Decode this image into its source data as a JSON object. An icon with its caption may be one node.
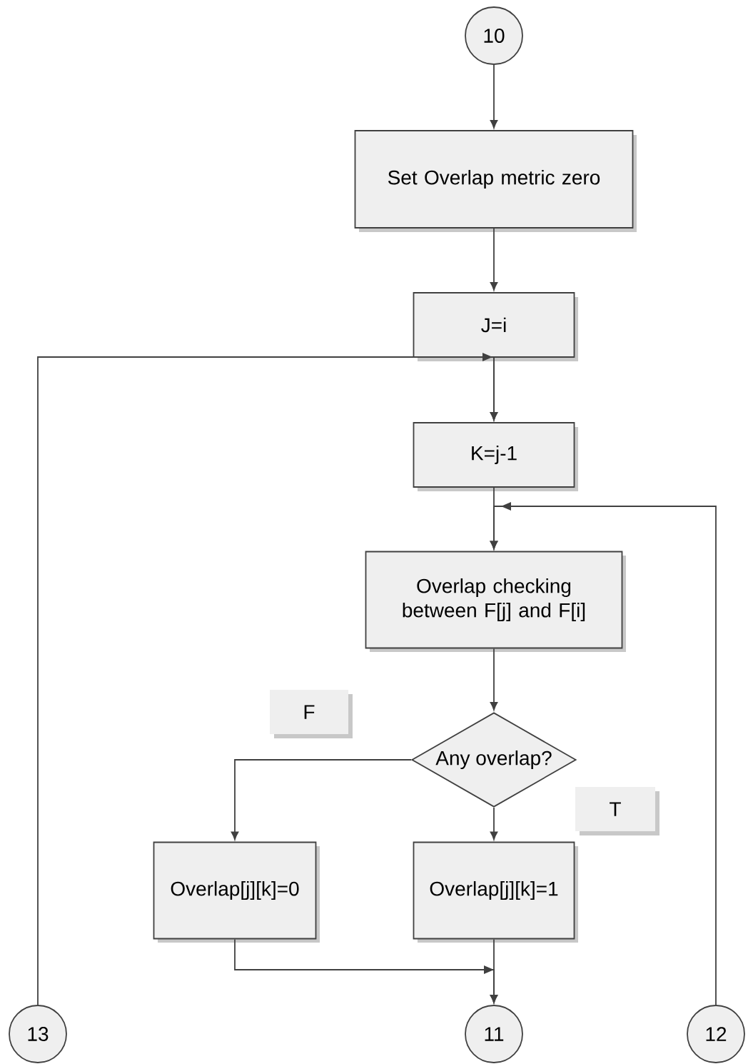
{
  "diagram": {
    "nodes": [
      {
        "text": [
          "10"
        ]
      },
      {
        "text": [
          "Set Overlap metric zero"
        ]
      },
      {
        "text": [
          "J=i"
        ]
      },
      {
        "text": [
          "K=j-1"
        ]
      },
      {
        "text": [
          "Overlap checking between F[j] and F[i]"
        ]
      },
      {
        "text": [
          "Any overlap?"
        ]
      },
      {
        "text": [
          "Overlap[j][k]=0"
        ]
      },
      {
        "text": [
          "Overlap[j][k]=1"
        ]
      },
      {
        "text": [
          "13"
        ]
      },
      {
        "text": [
          "11"
        ]
      },
      {
        "text": [
          "12"
        ]
      },
      {
        "text": [
          "F"
        ]
      },
      {
        "text": [
          "T"
        ]
      }
    ],
    "edges": [
      {
        "from": 0,
        "to": 1,
        "arrow": "to"
      },
      {
        "from": 1,
        "to": 2,
        "arrow": "to"
      },
      {
        "from": 2,
        "to": 3,
        "arrow": "to"
      },
      {
        "from": 3,
        "to": 4,
        "arrow": "to"
      },
      {
        "from": 4,
        "to": 5,
        "arrow": "to"
      },
      {
        "from": 5,
        "to": 6,
        "arrow": "to"
      },
      {
        "from": 5,
        "to": 7,
        "arrow": "to"
      },
      {
        "from": 6,
        "to": 9,
        "arrow": "to"
      },
      {
        "from": 7,
        "to": 9,
        "arrow": "to"
      },
      {
        "from": 8,
        "to": 3,
        "arrow": "to"
      },
      {
        "from": 10,
        "to": 4,
        "arrow": "to"
      }
    ]
  }
}
